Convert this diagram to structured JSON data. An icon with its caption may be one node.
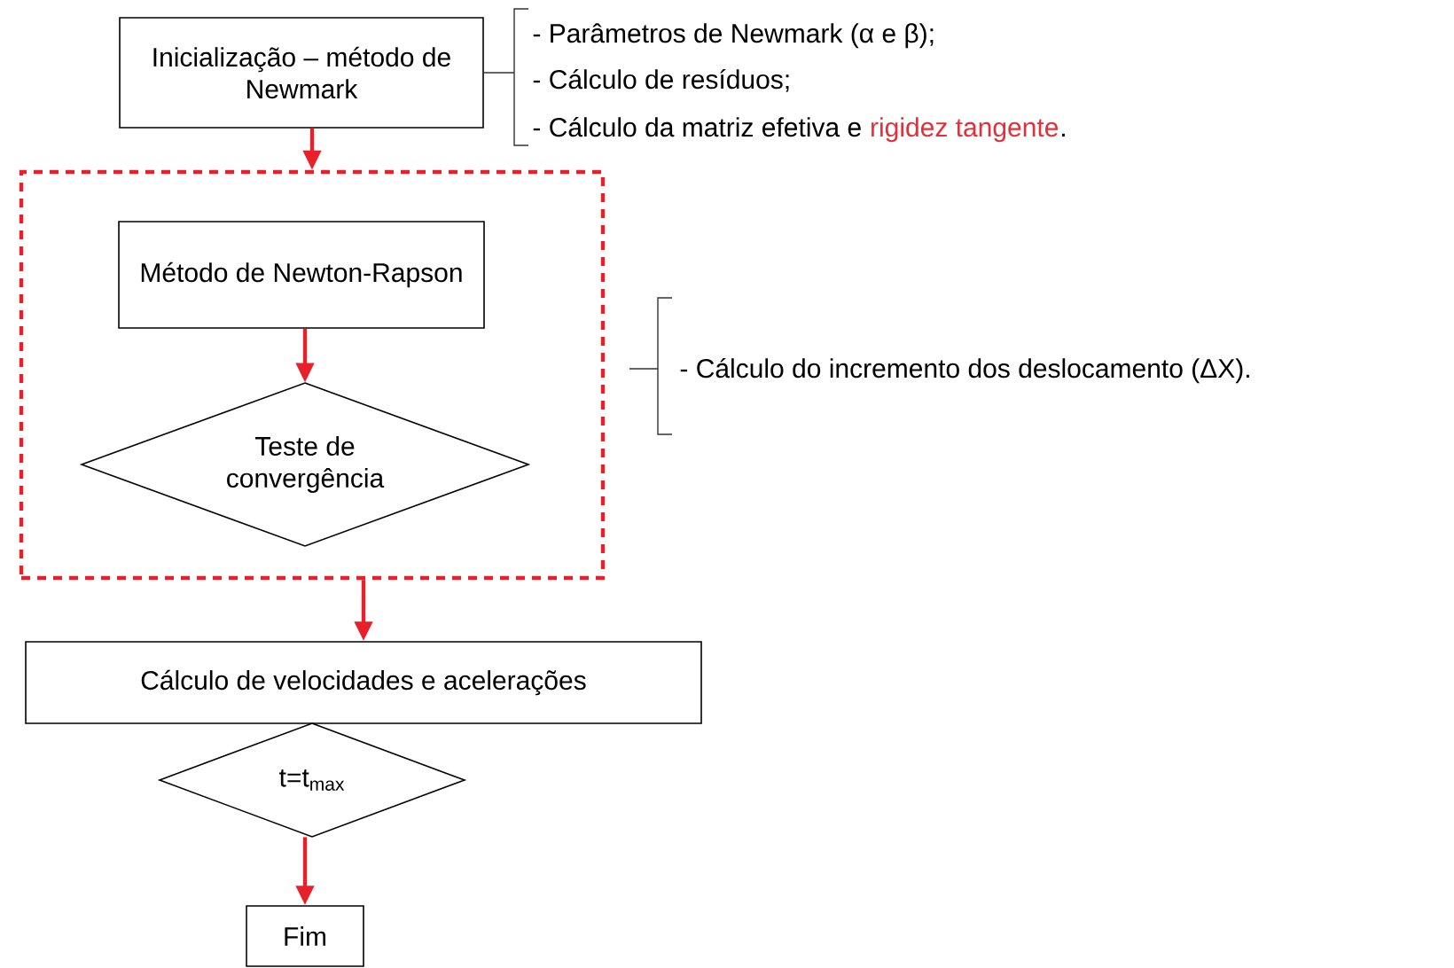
{
  "diagram": {
    "nodes": [
      {
        "text": [
          "Inicialização – método de Newmark"
        ],
        "beside": [
          "- Parâmetros de Newmark (α e β);",
          "- Cálculo de resíduos;",
          "- Cálculo da matriz efetiva e",
          "rigidez tangente",
          "."
        ]
      },
      {
        "text": [],
        "shape": "box"
      },
      {
        "text": [
          "Método de Newton-Rapson"
        ],
        "in": 1
      },
      {
        "text": [
          "Teste de convergência"
        ],
        "in": 1
      },
      {
        "text": [
          "Cálculo de velocidades e acelerações"
        ]
      },
      {
        "text": [
          "t=t$_{max}$"
        ]
      },
      {
        "text": [
          "Fim"
        ]
      }
    ],
    "edges": [
      {
        "from": 0,
        "to": 1,
        "arrow": "to"
      },
      {
        "from": 2,
        "to": 3,
        "arrow": "to"
      },
      {
        "from": 1,
        "to": 4,
        "arrow": "to"
      },
      {
        "from": 5,
        "to": 6,
        "arrow": "to"
      }
    ],
    "labels": [
      "- Cálculo do incremento dos deslocamento (ΔX)."
    ]
  }
}
